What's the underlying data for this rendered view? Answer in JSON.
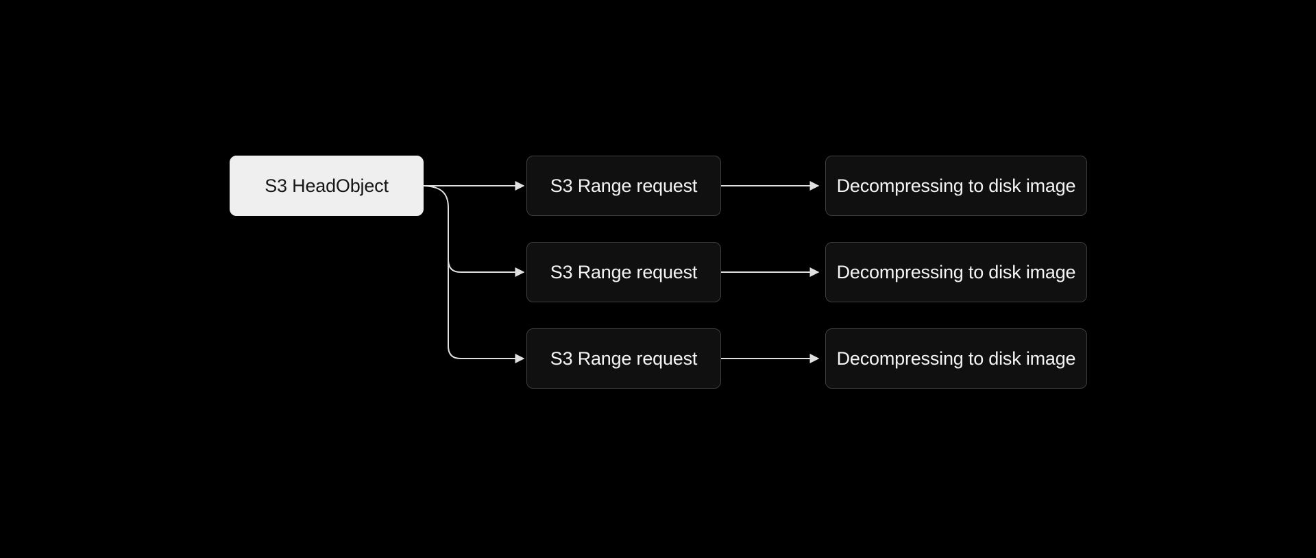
{
  "diagram": {
    "nodes": [
      {
        "id": "s3-head-object",
        "label": "S3 HeadObject",
        "variant": "light"
      },
      {
        "id": "s3-range-request-1",
        "label": "S3 Range request",
        "variant": "dark"
      },
      {
        "id": "s3-range-request-2",
        "label": "S3 Range request",
        "variant": "dark"
      },
      {
        "id": "s3-range-request-3",
        "label": "S3 Range request",
        "variant": "dark"
      },
      {
        "id": "decompressing-1",
        "label": "Decompressing to disk image",
        "variant": "dark"
      },
      {
        "id": "decompressing-2",
        "label": "Decompressing to disk image",
        "variant": "dark"
      },
      {
        "id": "decompressing-3",
        "label": "Decompressing to disk image",
        "variant": "dark"
      }
    ],
    "edges": [
      {
        "from": "s3-head-object",
        "to": "s3-range-request-1"
      },
      {
        "from": "s3-head-object",
        "to": "s3-range-request-2"
      },
      {
        "from": "s3-head-object",
        "to": "s3-range-request-3"
      },
      {
        "from": "s3-range-request-1",
        "to": "decompressing-1"
      },
      {
        "from": "s3-range-request-2",
        "to": "decompressing-2"
      },
      {
        "from": "s3-range-request-3",
        "to": "decompressing-3"
      }
    ],
    "colors": {
      "background": "#000000",
      "light_node_fill": "#efefef",
      "light_node_text": "#161616",
      "dark_node_fill": "#101010",
      "dark_node_border": "#3e3e3e",
      "dark_node_text": "#f4f4f4",
      "connector": "#e0e0e0"
    }
  }
}
